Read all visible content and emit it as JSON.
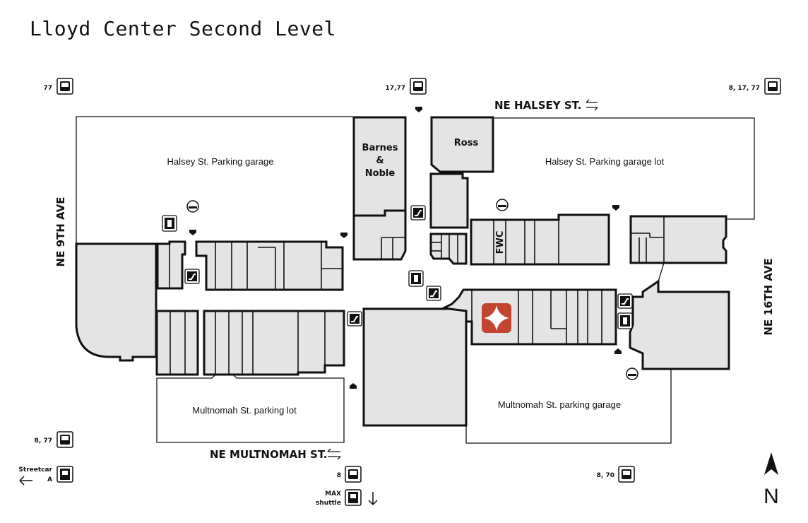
{
  "title": "Lloyd Center Second Level",
  "streets": {
    "north": "NE HALSEY ST.",
    "south": "NE MULTNOMAH ST.",
    "west": "NE 9TH AVE",
    "east": "NE 16TH AVE"
  },
  "areas": {
    "halsey_garage": "Halsey St. Parking garage",
    "halsey_lot": "Halsey St. Parking garage lot",
    "multnomah_lot": "Multnomah St. parking lot",
    "multnomah_garage": "Multnomah St. parking garage"
  },
  "stores": {
    "barnes1": "Barnes",
    "barnes2": "&",
    "barnes3": "Noble",
    "ross": "Ross",
    "fwc": "FWC"
  },
  "transit": {
    "nw_bus": "77",
    "n_bus": "17,77",
    "ne_bus": "8, 17, 77",
    "sw_bus": "8, 77",
    "streetcar1": "Streetcar",
    "streetcar2": "A",
    "s_bus": "8",
    "max1": "MAX",
    "max2": "shuttle",
    "se_bus": "8, 70"
  },
  "north_label": "N",
  "colors": {
    "logo": "#c4452f",
    "building": "#e4e4e4"
  }
}
